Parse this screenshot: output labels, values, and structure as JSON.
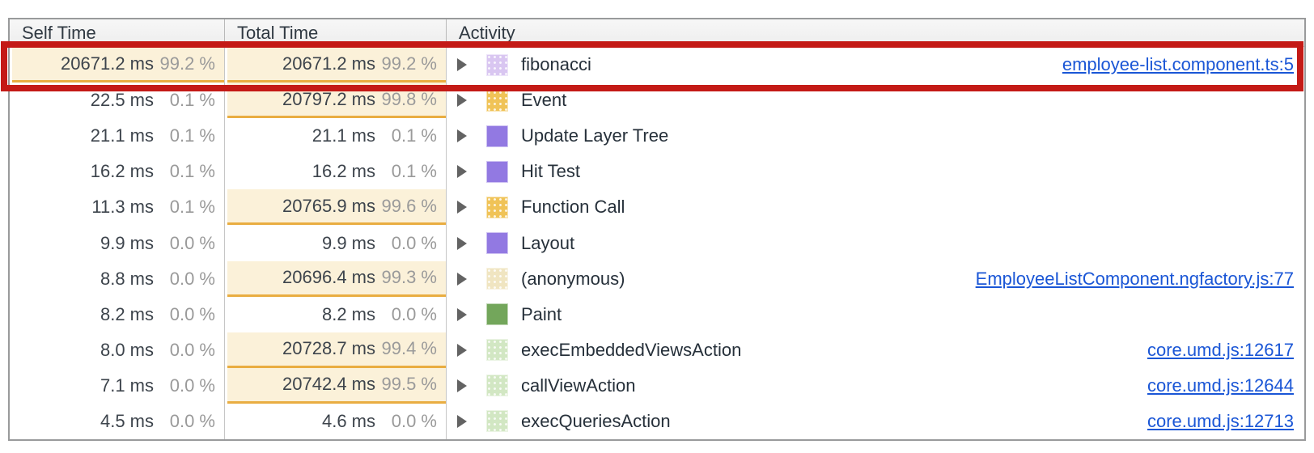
{
  "table": {
    "columns": [
      "Self Time",
      "Total Time",
      "Activity"
    ],
    "rows": [
      {
        "self": "20671.2 ms",
        "self_pct": "99.2 %",
        "self_hot": true,
        "total": "20671.2 ms",
        "total_pct": "99.2 %",
        "total_hot": true,
        "activity": "fibonacci",
        "icon": "lavender-dotted",
        "link": "employee-list.component.ts:5",
        "annotated": true
      },
      {
        "self": "22.5 ms",
        "self_pct": "0.1 %",
        "self_hot": false,
        "total": "20797.2 ms",
        "total_pct": "99.8 %",
        "total_hot": true,
        "activity": "Event",
        "icon": "yellow-dotted",
        "link": "",
        "annotated": false
      },
      {
        "self": "21.1 ms",
        "self_pct": "0.1 %",
        "self_hot": false,
        "total": "21.1 ms",
        "total_pct": "0.1 %",
        "total_hot": false,
        "activity": "Update Layer Tree",
        "icon": "purple",
        "link": "",
        "annotated": false
      },
      {
        "self": "16.2 ms",
        "self_pct": "0.1 %",
        "self_hot": false,
        "total": "16.2 ms",
        "total_pct": "0.1 %",
        "total_hot": false,
        "activity": "Hit Test",
        "icon": "purple",
        "link": "",
        "annotated": false
      },
      {
        "self": "11.3 ms",
        "self_pct": "0.1 %",
        "self_hot": false,
        "total": "20765.9 ms",
        "total_pct": "99.6 %",
        "total_hot": true,
        "activity": "Function Call",
        "icon": "yellow-dotted",
        "link": "",
        "annotated": false
      },
      {
        "self": "9.9 ms",
        "self_pct": "0.0 %",
        "self_hot": false,
        "total": "9.9 ms",
        "total_pct": "0.0 %",
        "total_hot": false,
        "activity": "Layout",
        "icon": "purple",
        "link": "",
        "annotated": false
      },
      {
        "self": "8.8 ms",
        "self_pct": "0.0 %",
        "self_hot": false,
        "total": "20696.4 ms",
        "total_pct": "99.3 %",
        "total_hot": true,
        "activity": "(anonymous)",
        "icon": "cream-dotted",
        "link": "EmployeeListComponent.ngfactory.js:77",
        "annotated": false
      },
      {
        "self": "8.2 ms",
        "self_pct": "0.0 %",
        "self_hot": false,
        "total": "8.2 ms",
        "total_pct": "0.0 %",
        "total_hot": false,
        "activity": "Paint",
        "icon": "green",
        "link": "",
        "annotated": false
      },
      {
        "self": "8.0 ms",
        "self_pct": "0.0 %",
        "self_hot": false,
        "total": "20728.7 ms",
        "total_pct": "99.4 %",
        "total_hot": true,
        "activity": "execEmbeddedViewsAction",
        "icon": "pale-green-dotted",
        "link": "core.umd.js:12617",
        "annotated": false
      },
      {
        "self": "7.1 ms",
        "self_pct": "0.0 %",
        "self_hot": false,
        "total": "20742.4 ms",
        "total_pct": "99.5 %",
        "total_hot": true,
        "activity": "callViewAction",
        "icon": "pale-green-dotted",
        "link": "core.umd.js:12644",
        "annotated": false
      },
      {
        "self": "4.5 ms",
        "self_pct": "0.0 %",
        "self_hot": false,
        "total": "4.6 ms",
        "total_pct": "0.0 %",
        "total_hot": false,
        "activity": "execQueriesAction",
        "icon": "pale-green-dotted",
        "link": "core.umd.js:12713",
        "annotated": false
      }
    ]
  },
  "icon_styles": {
    "lavender-dotted": {
      "color": "#d9c6f1",
      "dotted": true
    },
    "yellow-dotted": {
      "color": "#f0c357",
      "dotted": true
    },
    "purple": {
      "color": "#9279e2",
      "dotted": false
    },
    "cream-dotted": {
      "color": "#f0e5c1",
      "dotted": true
    },
    "green": {
      "color": "#73a65b",
      "dotted": false
    },
    "pale-green-dotted": {
      "color": "#d2e7c3",
      "dotted": true
    }
  },
  "theme": {
    "annotation_red": "#c41a16",
    "heat_bg": "#fbf1d9",
    "heat_underline": "#e9ad41",
    "link_blue": "#1a56d6"
  }
}
